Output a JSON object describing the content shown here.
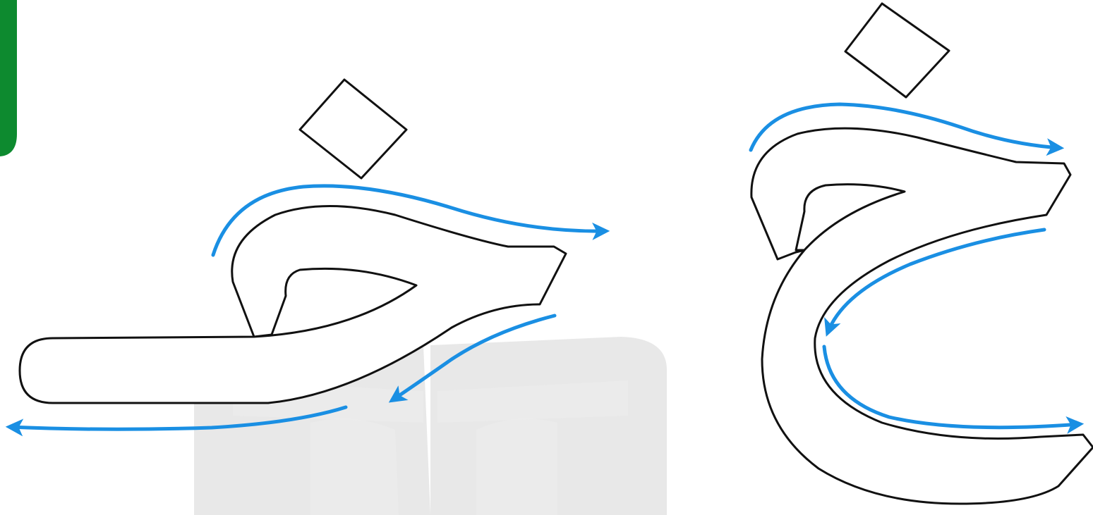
{
  "figure": {
    "letters": [
      {
        "id": "khaa-medial",
        "form": "medial"
      },
      {
        "id": "khaa-isolated",
        "form": "isolated"
      }
    ],
    "colors": {
      "outline": "#111111",
      "stroke_arrow": "#1a8fe3",
      "letter_fill": "#ffffff",
      "corner_tab": "#0d8a2f",
      "watermark": "#d6d6d6"
    },
    "icons": [
      "book-watermark",
      "green-corner-tab"
    ]
  }
}
